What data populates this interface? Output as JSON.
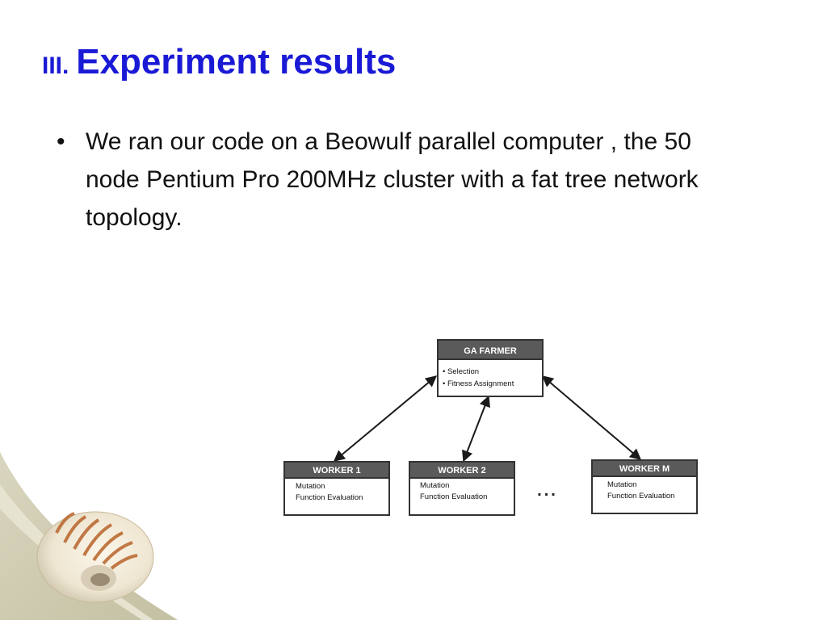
{
  "slide": {
    "title_numeral": "III.",
    "title_text": "Experiment results",
    "bullets": [
      "We ran our code on a Beowulf parallel computer , the 50 node Pentium Pro 200MHz cluster with a fat tree network topology."
    ],
    "bullet_glyph": "•"
  },
  "diagram": {
    "farmer": {
      "title": "GA FARMER",
      "items": [
        "• Selection",
        "• Fitness Assignment"
      ]
    },
    "workers": [
      {
        "title": "WORKER 1",
        "items": [
          "Mutation",
          "Function Evaluation"
        ]
      },
      {
        "title": "WORKER 2",
        "items": [
          "Mutation",
          "Function Evaluation"
        ]
      },
      {
        "title": "WORKER M",
        "items": [
          "Mutation",
          "Function Evaluation"
        ]
      }
    ],
    "ellipsis": "...",
    "connections": [
      {
        "from": "GA FARMER",
        "to": "WORKER 1"
      },
      {
        "from": "GA FARMER",
        "to": "WORKER 2"
      },
      {
        "from": "GA FARMER",
        "to": "WORKER M"
      }
    ]
  },
  "colors": {
    "title": "#1a1ad6",
    "box_header": "#5a5a5a",
    "decoration": "#c8c4a8"
  }
}
